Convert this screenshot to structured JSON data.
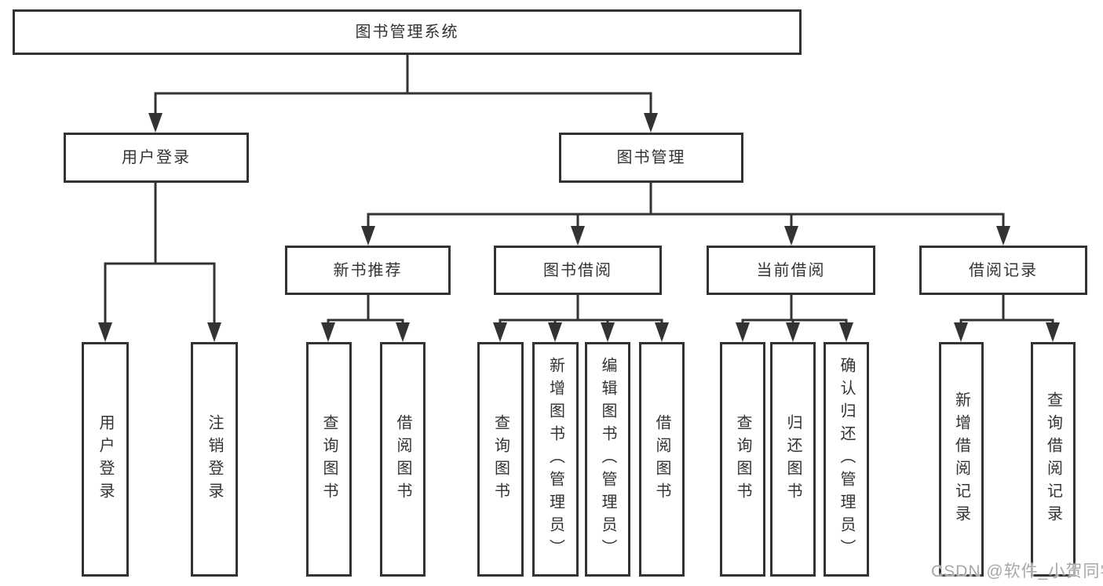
{
  "colors": {
    "line": "#333333",
    "box_border": "#333333",
    "box_background": "#ffffff",
    "text_color": "#333333",
    "watermark_color": "#a8a8a8",
    "page_background": "#ffffff"
  },
  "tree": {
    "root": {
      "label": "图书管理系统",
      "children": [
        {
          "label": "用户登录",
          "children": [
            {
              "label": "用户登录"
            },
            {
              "label": "注销登录"
            }
          ]
        },
        {
          "label": "图书管理",
          "children": [
            {
              "label": "新书推荐",
              "children": [
                {
                  "label": "查询图书"
                },
                {
                  "label": "借阅图书"
                }
              ]
            },
            {
              "label": "图书借阅",
              "children": [
                {
                  "label": "查询图书"
                },
                {
                  "label": "新增图书（管理员）"
                },
                {
                  "label": "编辑图书（管理员）"
                },
                {
                  "label": "借阅图书"
                }
              ]
            },
            {
              "label": "当前借阅",
              "children": [
                {
                  "label": "查询图书"
                },
                {
                  "label": "归还图书"
                },
                {
                  "label": "确认归还（管理员）"
                }
              ]
            },
            {
              "label": "借阅记录",
              "children": [
                {
                  "label": "新增借阅记录"
                },
                {
                  "label": "查询借阅记录"
                }
              ]
            }
          ]
        }
      ]
    }
  },
  "watermark": {
    "text": "CSDN @软件_小贺同学"
  }
}
